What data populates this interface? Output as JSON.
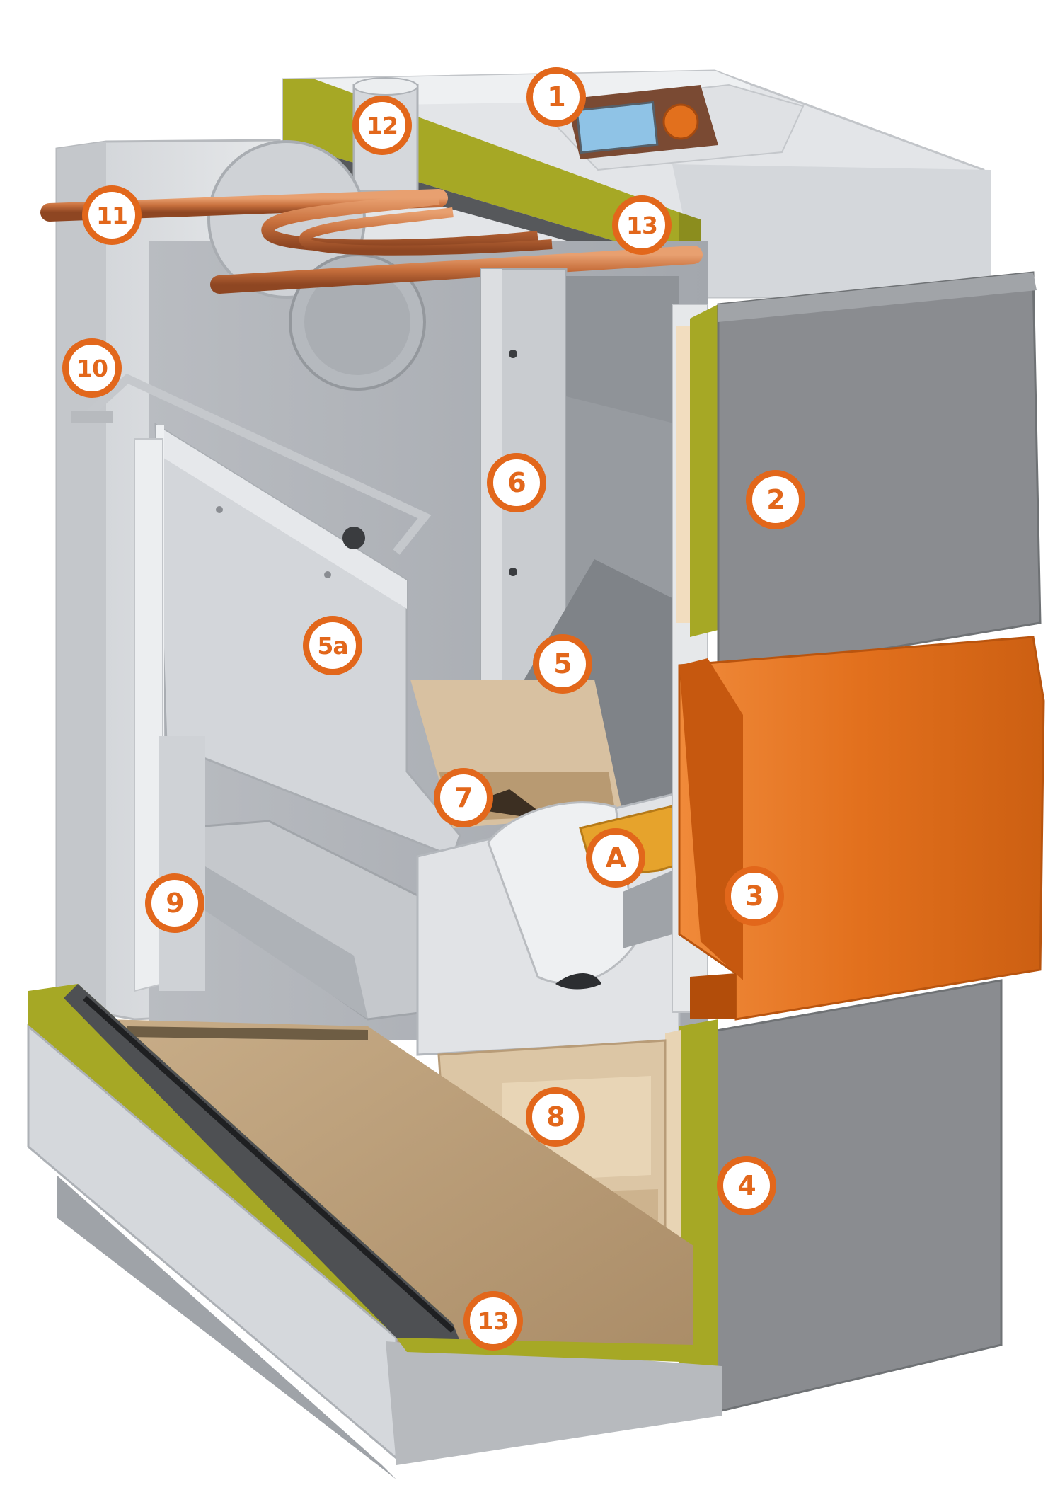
{
  "diagram": {
    "colors": {
      "casing_light": "#d9dbde",
      "casing_mid": "#b4b8bd",
      "casing_dark": "#8f9297",
      "door_gray": "#8a8c90",
      "door_orange": "#e2701d",
      "insulation": "#a6a825",
      "refractory": "#d8c1a1",
      "copper": "#c8703d",
      "callout_orange": "#e2671b",
      "display_screen": "#8fc3e6"
    },
    "callouts": [
      {
        "id": "1",
        "label": "1"
      },
      {
        "id": "2",
        "label": "2"
      },
      {
        "id": "3",
        "label": "3"
      },
      {
        "id": "4",
        "label": "4"
      },
      {
        "id": "5",
        "label": "5"
      },
      {
        "id": "5a",
        "label": "5a"
      },
      {
        "id": "6",
        "label": "6"
      },
      {
        "id": "7",
        "label": "7"
      },
      {
        "id": "8",
        "label": "8"
      },
      {
        "id": "9",
        "label": "9"
      },
      {
        "id": "10",
        "label": "10"
      },
      {
        "id": "11",
        "label": "11"
      },
      {
        "id": "12",
        "label": "12"
      },
      {
        "id": "13-top",
        "label": "13"
      },
      {
        "id": "13-bottom",
        "label": "13"
      },
      {
        "id": "A",
        "label": "A"
      }
    ]
  }
}
